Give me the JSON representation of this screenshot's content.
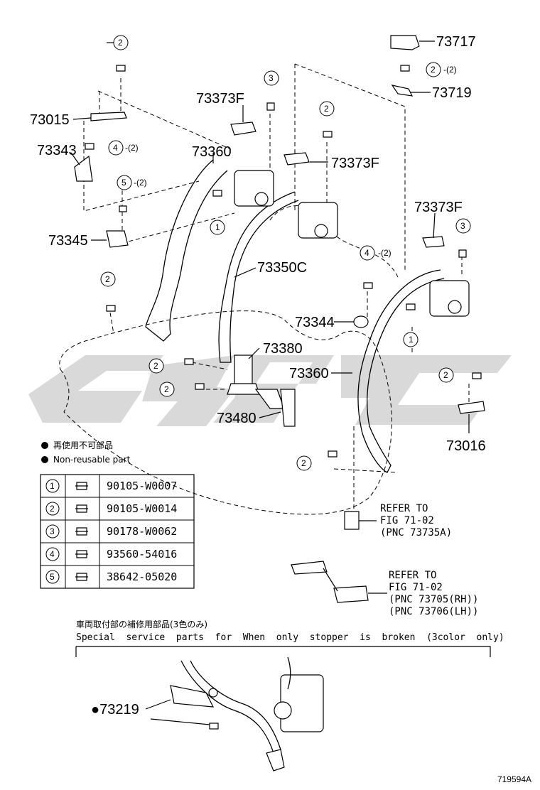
{
  "parts": {
    "p73717": "73717",
    "p73719": "73719",
    "p73015": "73015",
    "p73343": "73343",
    "p73345": "73345",
    "p73373f_a": "73373F",
    "p73373f_b": "73373F",
    "p73373f_c": "73373F",
    "p73360_a": "73360",
    "p73360_b": "73360",
    "p73350c": "73350C",
    "p73344": "73344",
    "p73380": "73380",
    "p73480": "73480",
    "p73016": "73016",
    "p73219": "●73219"
  },
  "callouts": {
    "c1": "1",
    "c2": "2",
    "c3": "3",
    "c4": "4",
    "c5": "5",
    "qty2": "-(2)",
    "qty2b": "(2)"
  },
  "refer": {
    "r1_line1": "REFER TO",
    "r1_line2": "FIG 71-02",
    "r1_line3": "(PNC 73735A)",
    "r2_line1": "REFER TO",
    "r2_line2": "FIG 71-02",
    "r2_line3": "(PNC 73705(RH))",
    "r2_line4": "(PNC 73706(LH))"
  },
  "legend": {
    "jp": "再使用不可部品",
    "en": "Non-reusable part"
  },
  "fastener_table": [
    {
      "num": "1",
      "part": "90105-W0007"
    },
    {
      "num": "2",
      "part": "90105-W0014"
    },
    {
      "num": "3",
      "part": "90178-W0062"
    },
    {
      "num": "4",
      "part": "93560-54016"
    },
    {
      "num": "5",
      "part": "38642-05020"
    }
  ],
  "special": {
    "jp": "車両取付部の補修用部品(3色のみ)",
    "en": "Special  service  parts  for  When  only  stopper  is  broken  (3color  only)"
  },
  "watermark": "GJ9C",
  "colors": {
    "line": "#000000",
    "watermark": "#d9d9d9"
  },
  "page_id": "719594A"
}
